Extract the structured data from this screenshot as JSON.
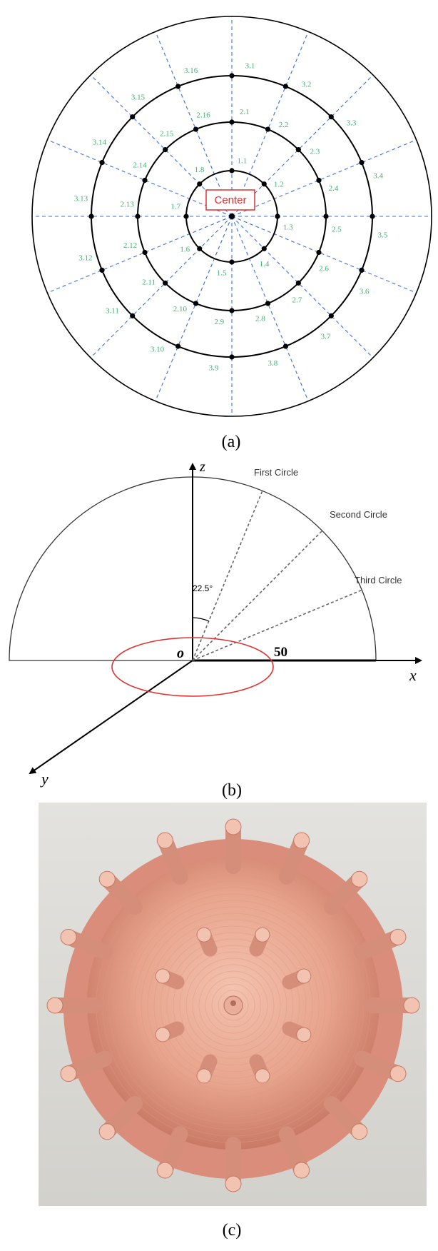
{
  "panel_a": {
    "caption": "(a)",
    "center_label": "Center",
    "circle1_labels": [
      "1.1",
      "1.2",
      "1.3",
      "1.4",
      "1.5",
      "1.6",
      "1.7",
      "1.8"
    ],
    "circle2_labels": [
      "2.1",
      "2.2",
      "2.3",
      "2.4",
      "2.5",
      "2.6",
      "2.7",
      "2.8",
      "2.9",
      "2.10",
      "2.11",
      "2.12",
      "2.13",
      "2.14",
      "2.15",
      "2.16"
    ],
    "circle3_labels": [
      "3.1",
      "3.2",
      "3.3",
      "3.4",
      "3.5",
      "3.6",
      "3.7",
      "3.8",
      "3.9",
      "3.10",
      "3.11",
      "3.12",
      "3.13",
      "3.14",
      "3.15",
      "3.16"
    ],
    "colors": {
      "label": "#3cb371",
      "center": "#e03030",
      "dash": "#3a6fd8"
    }
  },
  "panel_b": {
    "caption": "(b)",
    "axis_z": "z",
    "axis_x": "x",
    "axis_y": "y",
    "origin": "o",
    "radius_label": "50",
    "angle_label": "22.5°",
    "first_circle": "First Circle",
    "second_circle": "Second Circle",
    "third_circle": "Third Circle"
  },
  "panel_c": {
    "caption": "(c)"
  }
}
